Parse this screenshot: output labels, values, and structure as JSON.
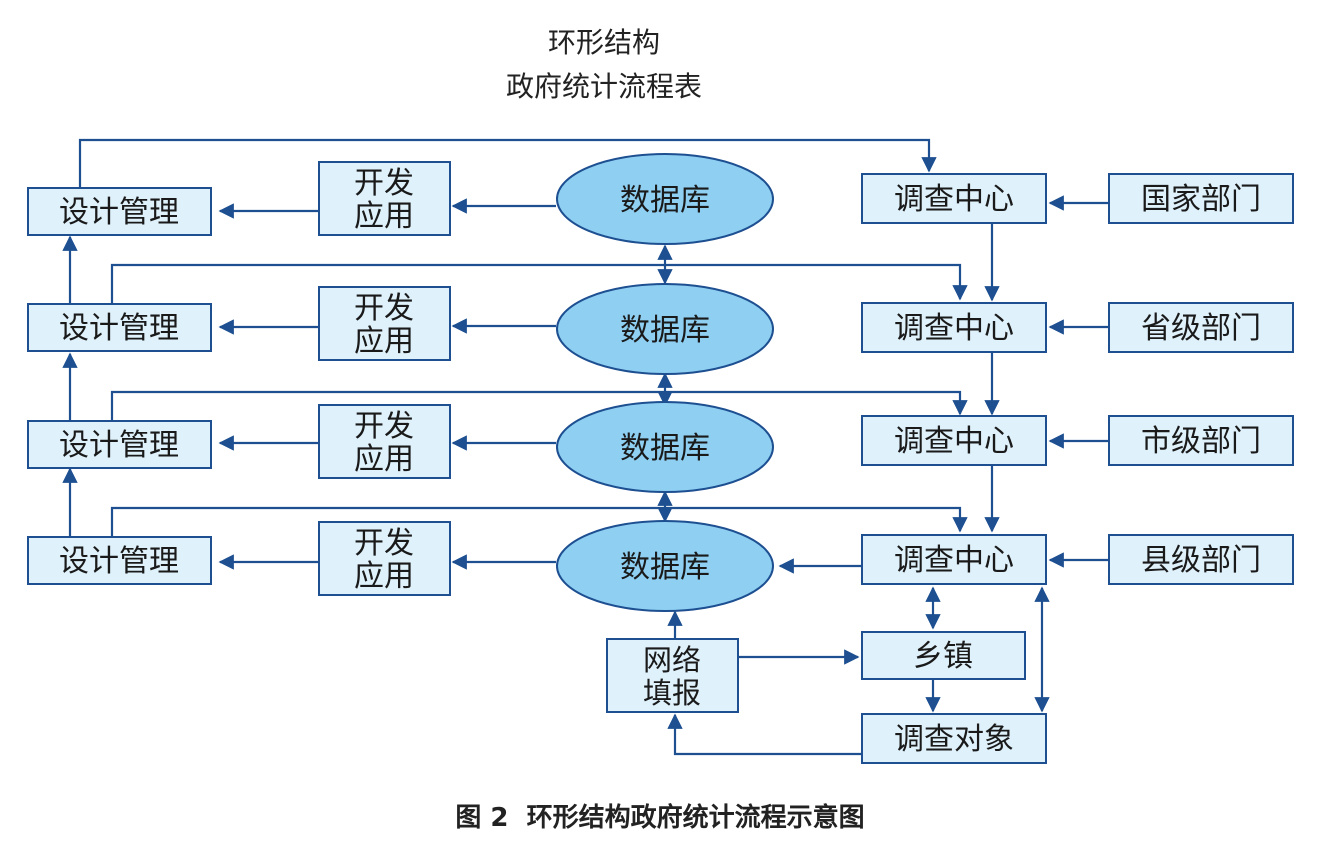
{
  "header": {
    "line1": "环形结构",
    "line2": "政府统计流程表"
  },
  "caption": "图 2  环形结构政府统计流程示意图",
  "colors": {
    "box_fill": "#dff1fb",
    "ellipse_fill": "#8ecff2",
    "stroke": "#1d4f91"
  },
  "rows": [
    {
      "design": "设计管理",
      "dev": [
        "开发",
        "应用"
      ],
      "db": "数据库",
      "center": "调查中心",
      "dept": "国家部门"
    },
    {
      "design": "设计管理",
      "dev": [
        "开发",
        "应用"
      ],
      "db": "数据库",
      "center": "调查中心",
      "dept": "省级部门"
    },
    {
      "design": "设计管理",
      "dev": [
        "开发",
        "应用"
      ],
      "db": "数据库",
      "center": "调查中心",
      "dept": "市级部门"
    },
    {
      "design": "设计管理",
      "dev": [
        "开发",
        "应用"
      ],
      "db": "数据库",
      "center": "调查中心",
      "dept": "县级部门"
    }
  ],
  "bottom": {
    "online": [
      "网络",
      "填报"
    ],
    "township": "乡镇",
    "subject": "调查对象"
  }
}
